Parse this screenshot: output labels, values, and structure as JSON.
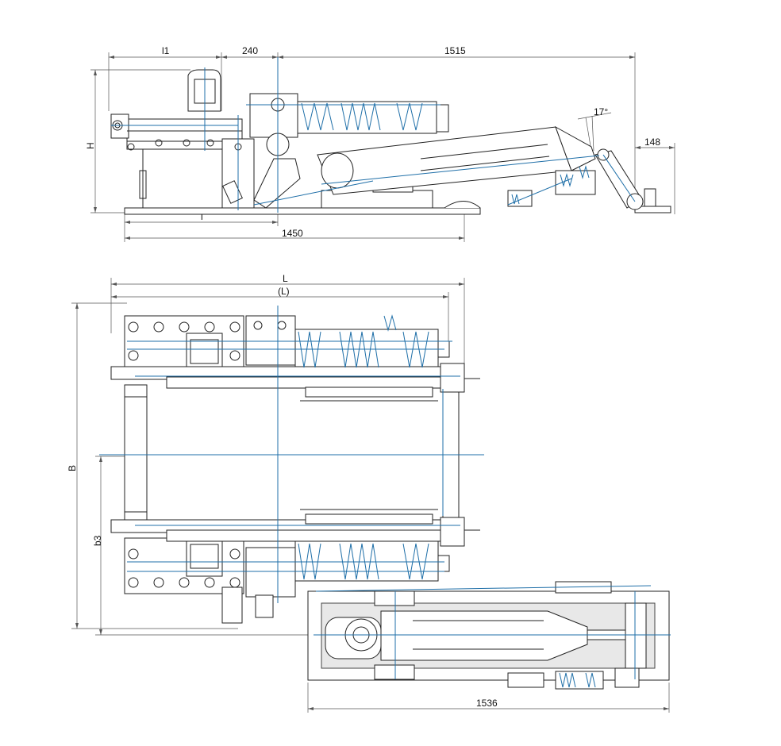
{
  "dimensions": {
    "side_view": {
      "l1": "l1",
      "d240": "240",
      "d1515": "1515",
      "angle": "17°",
      "d148": "148",
      "H": "H",
      "l": "l",
      "d1450": "1450"
    },
    "top_view": {
      "L": "L",
      "L_paren": "(L)",
      "B": "B",
      "b3": "b3",
      "d1536": "1536"
    }
  },
  "colors": {
    "outline": "#222222",
    "centerline": "#1f6fa8",
    "dimension": "#555555"
  }
}
